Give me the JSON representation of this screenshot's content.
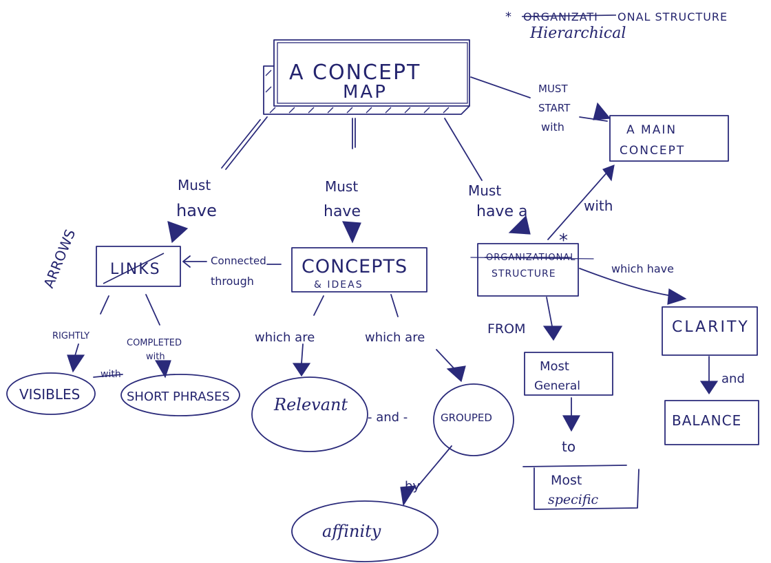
{
  "note": {
    "marker": "*",
    "struck": "ORGANIZATI",
    "rest": "ONAL STRUCTURE",
    "replacement": "Hierarchical"
  },
  "nodes": {
    "main": {
      "line1": "A CONCEPT",
      "line2": "MAP"
    },
    "main_concept": {
      "line1": "A MAIN",
      "line2": "CONCEPT"
    },
    "links": {
      "label": "LINKS",
      "side_label": "ARROWS"
    },
    "concepts": {
      "line1": "CONCEPTS",
      "line2": "& IDEAS"
    },
    "structure": {
      "line1": "ORGANIZATIONAL",
      "line2": "STRUCTURE",
      "marker": "*"
    },
    "visibles": "VISIBLES",
    "short_phrases": "SHORT PHRASES",
    "relevant": "Relevant",
    "grouped": "GROUPED",
    "affinity": "affinity",
    "most_general": {
      "line1": "Most",
      "line2": "General"
    },
    "most_specific": {
      "line1": "Most",
      "line2": "specific"
    },
    "clarity": "CLARITY",
    "balance": "BALANCE"
  },
  "links": {
    "must_have_left": {
      "line1": "Must",
      "line2": "have"
    },
    "must_have_center": {
      "line1": "Must",
      "line2": "have"
    },
    "must_have_a": {
      "line1": "Must",
      "line2": "have a"
    },
    "must_start_with": {
      "line1": "MUST",
      "line2": "START",
      "line3": "with"
    },
    "with_struct": "with",
    "connected_through": {
      "line1": "Connected",
      "line2": "through"
    },
    "rightly": "RIGHTLY",
    "with_small": "with",
    "completed_with": {
      "line1": "COMPLETED",
      "line2": "with"
    },
    "which_are_left": "which are",
    "which_are_right": "which are",
    "and_mid": "- and -",
    "by": "by",
    "from": "FROM",
    "to": "to",
    "which_have": "which have",
    "and_right": "and"
  }
}
